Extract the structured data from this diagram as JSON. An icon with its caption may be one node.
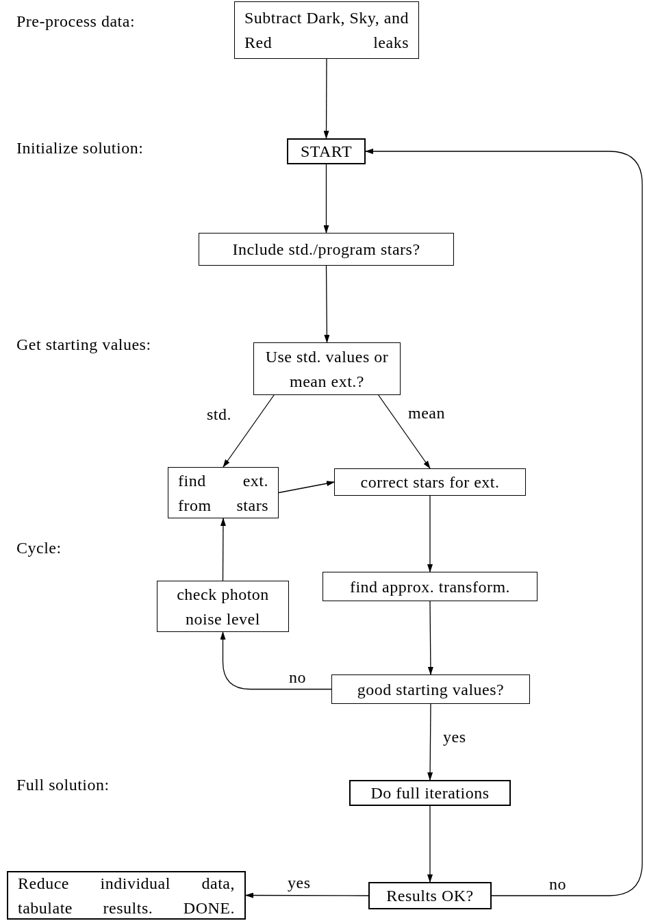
{
  "diagram": {
    "nodes": [
      {
        "text": [
          "Subtract Dark, Sky, and Red leaks"
        ]
      },
      {
        "text": [
          "START"
        ]
      },
      {
        "text": [
          "Include std./program stars?"
        ]
      },
      {
        "text": [
          "Use std. values or mean ext.?"
        ]
      },
      {
        "text": [
          "find ext. from stars"
        ]
      },
      {
        "text": [
          "correct stars for ext."
        ]
      },
      {
        "text": [
          "check photon noise level"
        ]
      },
      {
        "text": [
          "find approx. transform."
        ]
      },
      {
        "text": [
          "good starting values?"
        ]
      },
      {
        "text": [
          "Do full iterations"
        ]
      },
      {
        "text": [
          "Results OK?"
        ]
      },
      {
        "text": [
          "Reduce individual data, tabulate results. DONE."
        ]
      }
    ],
    "edges": [
      {
        "from": 0,
        "to": 1,
        "arrow": "to"
      },
      {
        "from": 1,
        "to": 2,
        "arrow": "to"
      },
      {
        "from": 2,
        "to": 3,
        "arrow": "to"
      },
      {
        "from": 3,
        "to": 4,
        "arrow": "to",
        "label": "std."
      },
      {
        "from": 3,
        "to": 5,
        "arrow": "to",
        "label": "mean"
      },
      {
        "from": 4,
        "to": 5,
        "arrow": "to"
      },
      {
        "from": 5,
        "to": 7,
        "arrow": "to"
      },
      {
        "from": 7,
        "to": 8,
        "arrow": "to"
      },
      {
        "from": 8,
        "to": 6,
        "arrow": "to",
        "label": "no"
      },
      {
        "from": 6,
        "to": 4,
        "arrow": "to"
      },
      {
        "from": 8,
        "to": 9,
        "arrow": "to",
        "label": "yes"
      },
      {
        "from": 9,
        "to": 10,
        "arrow": "to"
      },
      {
        "from": 10,
        "to": 11,
        "arrow": "to",
        "label": "yes"
      },
      {
        "from": 10,
        "to": 1,
        "arrow": "to",
        "label": "no"
      }
    ],
    "labels": [
      "Pre-process data:",
      "Initialize solution:",
      "Get starting values:",
      "Cycle:",
      "Full solution:"
    ]
  }
}
